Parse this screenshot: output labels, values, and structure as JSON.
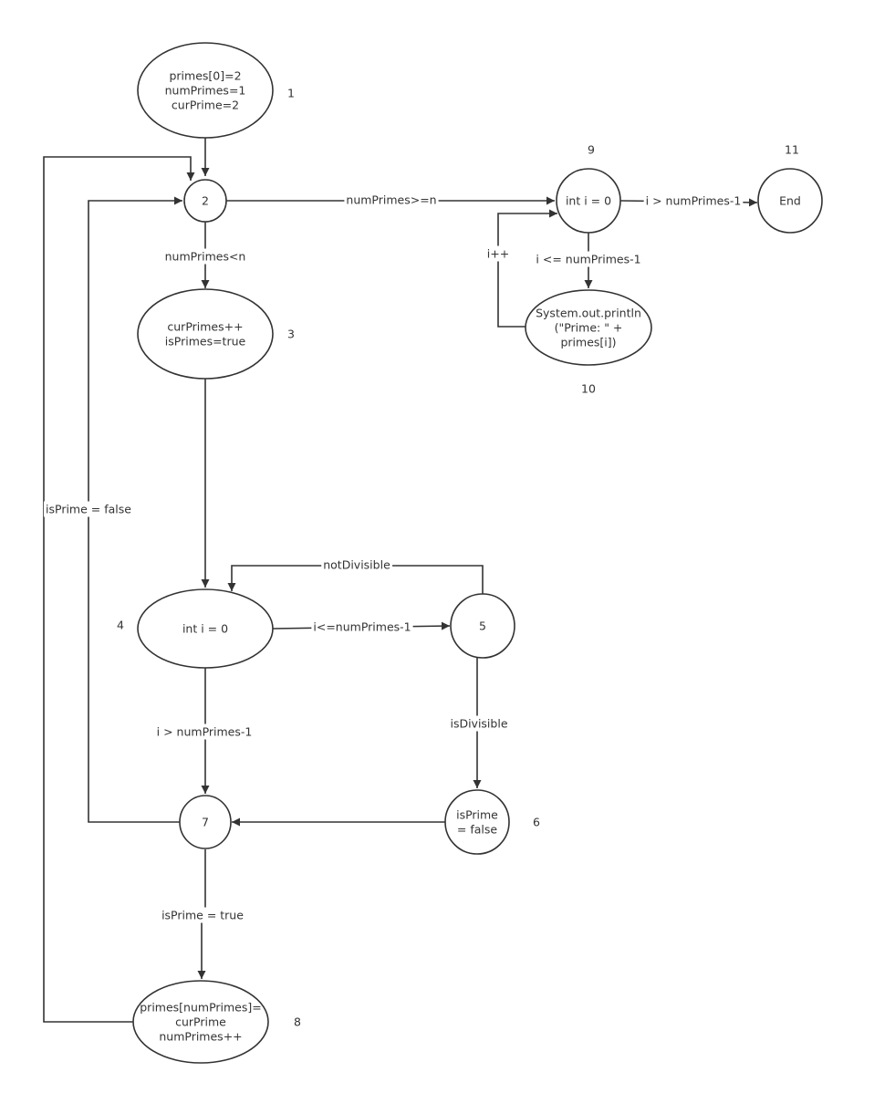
{
  "nodes": {
    "n1": {
      "lines": [
        "primes[0]=2",
        "numPrimes=1",
        "curPrime=2"
      ],
      "number": "1"
    },
    "n2": {
      "lines": [
        "2"
      ]
    },
    "n3": {
      "lines": [
        "curPrimes++",
        "isPrimes=true"
      ],
      "number": "3"
    },
    "n4": {
      "lines": [
        "int i = 0"
      ],
      "number": "4"
    },
    "n5": {
      "lines": [
        "5"
      ]
    },
    "n6": {
      "lines": [
        "isPrime",
        "= false"
      ],
      "number": "6"
    },
    "n7": {
      "lines": [
        "7"
      ]
    },
    "n8": {
      "lines": [
        "primes[numPrimes]=",
        "curPrime",
        "numPrimes++"
      ],
      "number": "8"
    },
    "n9": {
      "lines": [
        "int i = 0"
      ],
      "number": "9"
    },
    "n10": {
      "lines": [
        "System.out.println",
        "(\"Prime: \" +",
        "primes[i])"
      ],
      "number": "10"
    },
    "n11": {
      "lines": [
        "End"
      ],
      "number": "11"
    }
  },
  "edges": {
    "e2_3": {
      "label": "numPrimes<n"
    },
    "e2_9": {
      "label": "numPrimes>=n"
    },
    "e9_11": {
      "label": "i > numPrimes-1"
    },
    "e9_10": {
      "label": "i <= numPrimes-1"
    },
    "e10_9": {
      "label": "i++"
    },
    "e7_2": {
      "label": "isPrime = false"
    },
    "e5_4": {
      "label": "notDivisible"
    },
    "e4_5": {
      "label": "i<=numPrimes-1"
    },
    "e5_6": {
      "label": "isDivisible"
    },
    "e4_7": {
      "label": "i > numPrimes-1"
    },
    "e7_8": {
      "label": "isPrime = true"
    }
  }
}
